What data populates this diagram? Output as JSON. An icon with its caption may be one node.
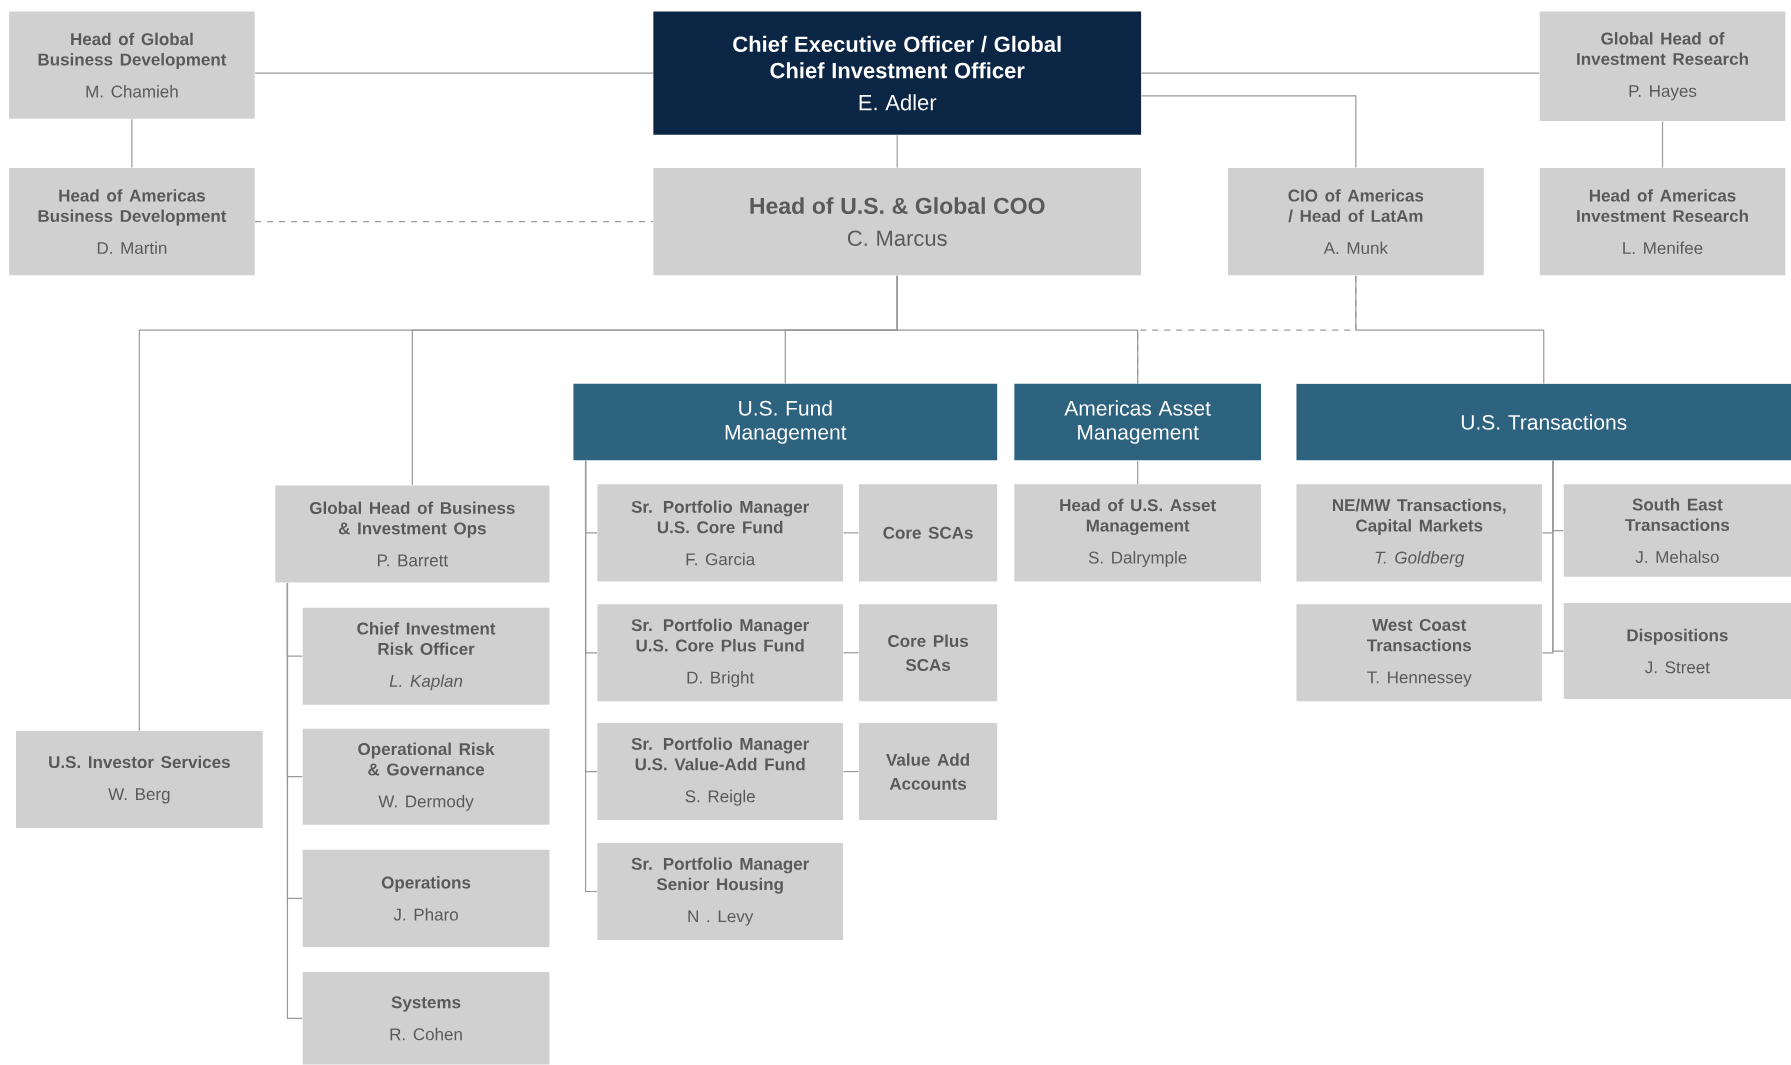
{
  "diagram": {
    "nodes": [
      {
        "text": [
          "Chief Executive Officer / Global Chief Investment Officer",
          "E. Adler"
        ]
      },
      {
        "text": [
          "Head of Global Business Development",
          "M. Chamieh"
        ]
      },
      {
        "text": [
          "Global Head of Investment Research",
          "P. Hayes"
        ]
      },
      {
        "text": [
          "Head of Americas Business Development",
          "D. Martin"
        ]
      },
      {
        "text": [
          "Head of U.S. & Global COO",
          "C. Marcus"
        ]
      },
      {
        "text": [
          "CIO of Americas / Head of LatAm",
          "A. Munk"
        ]
      },
      {
        "text": [
          "Head of Americas Investment Research",
          "L. Menifee"
        ]
      },
      {
        "text": [
          "U.S. Fund Management"
        ]
      },
      {
        "text": [
          "Americas Asset Management"
        ]
      },
      {
        "text": [
          "U.S. Transactions"
        ]
      },
      {
        "text": [
          "Global Head of Business & Investment Ops",
          "P. Barrett"
        ]
      },
      {
        "text": [
          "Chief Investment Risk Officer",
          "L. Kaplan"
        ]
      },
      {
        "text": [
          "Operational Risk & Governance",
          "W. Dermody"
        ]
      },
      {
        "text": [
          "Operations",
          "J. Pharo"
        ]
      },
      {
        "text": [
          "Systems",
          "R. Cohen"
        ]
      },
      {
        "text": [
          "U.S. Investor Services",
          "W. Berg"
        ]
      },
      {
        "text": [
          "Sr. Portfolio Manager U.S. Core Fund",
          "F. Garcia"
        ]
      },
      {
        "text": [
          "Core SCAs"
        ]
      },
      {
        "text": [
          "Sr. Portfolio Manager U.S. Core Plus Fund",
          "D. Bright"
        ]
      },
      {
        "text": [
          "Core Plus SCAs"
        ]
      },
      {
        "text": [
          "Sr. Portfolio Manager U.S. Value-Add Fund",
          "S. Reigle"
        ]
      },
      {
        "text": [
          "Value Add Accounts"
        ]
      },
      {
        "text": [
          "Sr. Portfolio Manager Senior Housing",
          "N . Levy"
        ]
      },
      {
        "text": [
          "Head of U.S. Asset Management",
          "S. Dalrymple"
        ]
      },
      {
        "text": [
          "NE/MW Transactions, Capital Markets",
          "T. Goldberg"
        ]
      },
      {
        "text": [
          "South East Transactions",
          "J. Mehalso"
        ]
      },
      {
        "text": [
          "West Coast Transactions",
          "T. Hennessey"
        ]
      },
      {
        "text": [
          "Dispositions",
          "J. Street"
        ]
      }
    ],
    "edges": [
      {
        "from": 0,
        "to": 1,
        "arrow": "none"
      },
      {
        "from": 0,
        "to": 2,
        "arrow": "none"
      },
      {
        "from": 1,
        "to": 3,
        "arrow": "none"
      },
      {
        "from": 3,
        "to": 4,
        "arrow": "none",
        "style": "dashed"
      },
      {
        "from": 0,
        "to": 4,
        "arrow": "none"
      },
      {
        "from": 0,
        "to": 5,
        "arrow": "none"
      },
      {
        "from": 2,
        "to": 6,
        "arrow": "none"
      },
      {
        "from": 4,
        "to": 15,
        "arrow": "none"
      },
      {
        "from": 4,
        "to": 10,
        "arrow": "none"
      },
      {
        "from": 4,
        "to": 7,
        "arrow": "none"
      },
      {
        "from": 4,
        "to": 8,
        "arrow": "none"
      },
      {
        "from": 5,
        "to": 8,
        "arrow": "none",
        "style": "dashed"
      },
      {
        "from": 5,
        "to": 9,
        "arrow": "none"
      },
      {
        "from": 10,
        "to": 11,
        "arrow": "none"
      },
      {
        "from": 10,
        "to": 12,
        "arrow": "none"
      },
      {
        "from": 10,
        "to": 13,
        "arrow": "none"
      },
      {
        "from": 10,
        "to": 14,
        "arrow": "none"
      },
      {
        "from": 7,
        "to": 16,
        "arrow": "none"
      },
      {
        "from": 7,
        "to": 18,
        "arrow": "none"
      },
      {
        "from": 7,
        "to": 20,
        "arrow": "none"
      },
      {
        "from": 7,
        "to": 22,
        "arrow": "none"
      },
      {
        "from": 16,
        "to": 17,
        "arrow": "none"
      },
      {
        "from": 18,
        "to": 19,
        "arrow": "none"
      },
      {
        "from": 20,
        "to": 21,
        "arrow": "none"
      },
      {
        "from": 8,
        "to": 23,
        "arrow": "none"
      },
      {
        "from": 9,
        "to": 24,
        "arrow": "none"
      },
      {
        "from": 9,
        "to": 25,
        "arrow": "none"
      },
      {
        "from": 9,
        "to": 26,
        "arrow": "none"
      },
      {
        "from": 9,
        "to": 27,
        "arrow": "none"
      }
    ]
  }
}
